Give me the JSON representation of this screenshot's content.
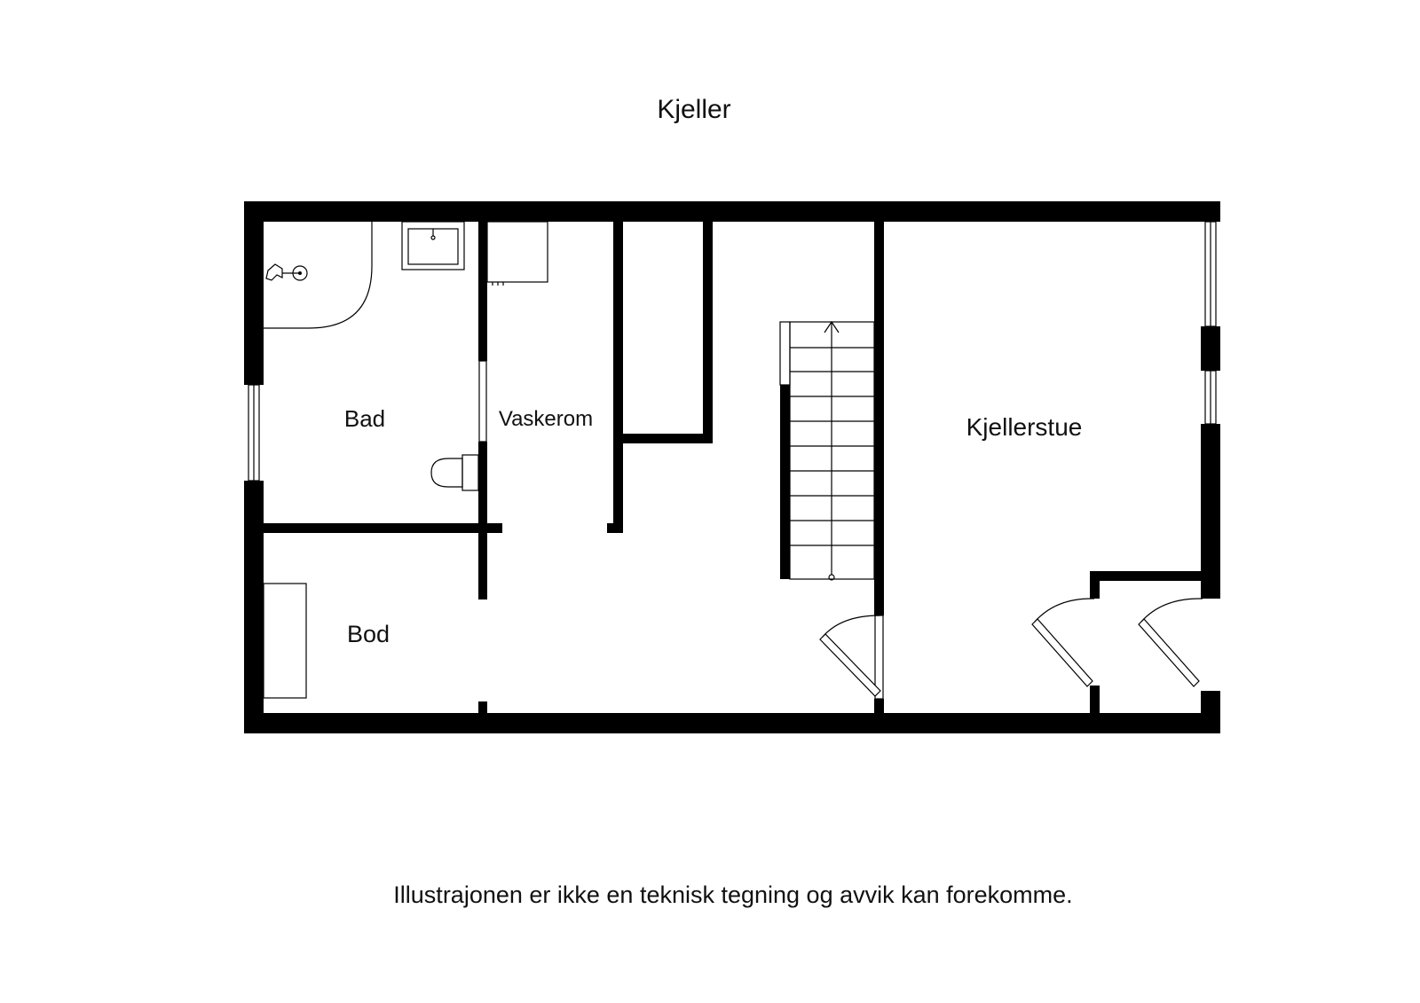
{
  "plan": {
    "floor_title": "Kjeller",
    "disclaimer": "Illustrajonen er ikke en teknisk tegning og avvik kan forekomme.",
    "rooms": {
      "bad": "Bad",
      "vaskerom": "Vaskerom",
      "kjellerstue": "Kjellerstue",
      "bod": "Bod"
    }
  },
  "colors": {
    "wall": "#000000",
    "background": "#ffffff"
  }
}
